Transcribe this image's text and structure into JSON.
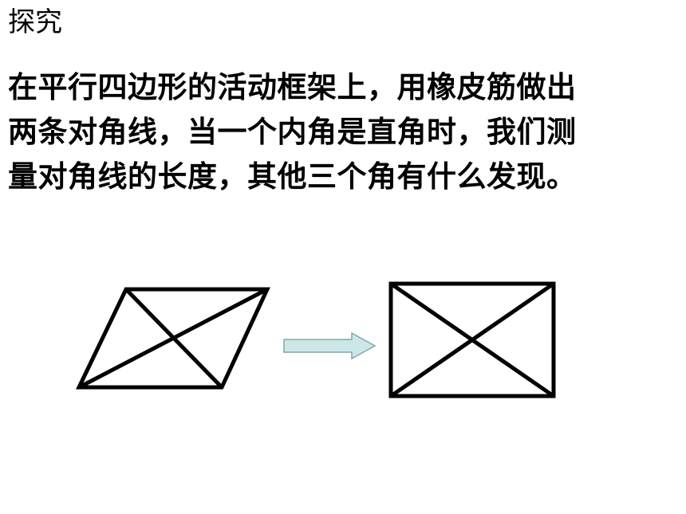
{
  "slide": {
    "title": "探究",
    "body_lines": [
      "在平行四边形的活动框架上，用橡皮筋做出",
      "两条对角线，当一个内角是直角时，我们测",
      "量对角线的长度，其他三个角有什么发现。"
    ]
  },
  "figure": {
    "stroke_color": "#000000",
    "arrow_fill": "#cde6e8",
    "arrow_stroke": "#7fa9ad"
  }
}
